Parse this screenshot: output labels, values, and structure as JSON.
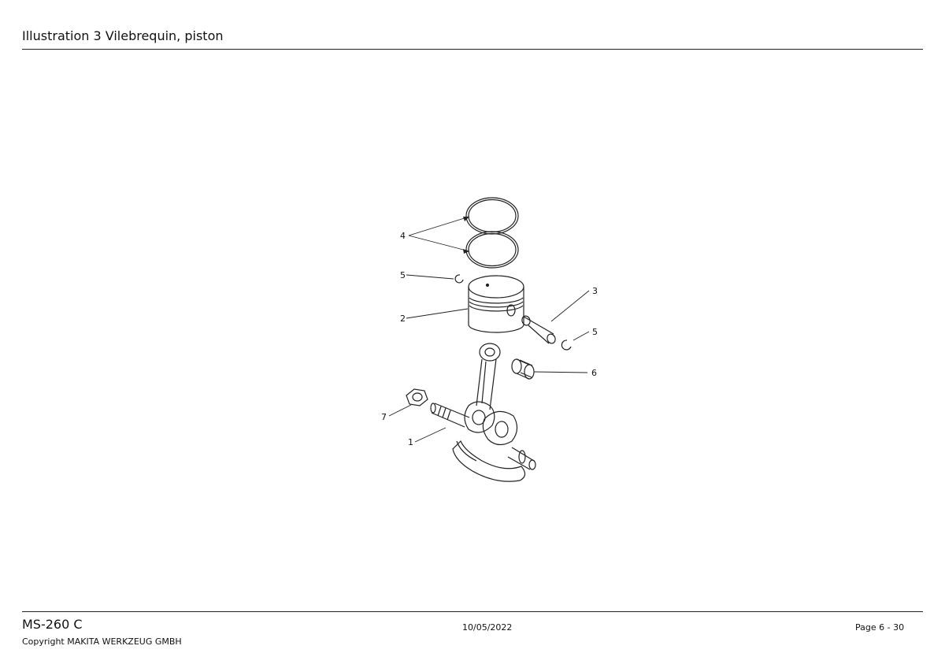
{
  "header": {
    "title": "Illustration  3  Vilebrequin, piston"
  },
  "footer": {
    "model": "MS-260 C",
    "copyright": "Copyright MAKITA WERKZEUG GMBH",
    "date": "10/05/2022",
    "page": "Page 6 - 30"
  },
  "diagram": {
    "callouts": {
      "c1": "1",
      "c2": "2",
      "c3": "3",
      "c4": "4",
      "c5a": "5",
      "c5b": "5",
      "c6": "6",
      "c7": "7"
    }
  }
}
